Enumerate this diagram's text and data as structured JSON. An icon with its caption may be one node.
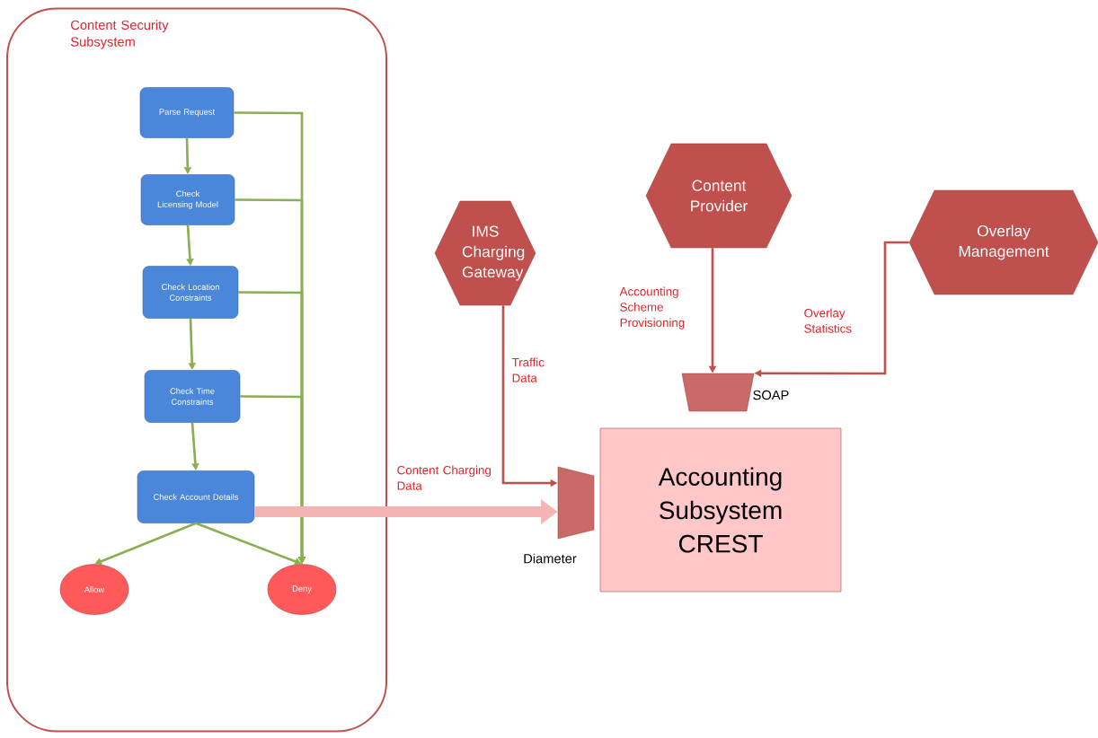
{
  "diagram": {
    "nodes": [
      {
        "text": [
          "Content Security Subsystem"
        ]
      },
      {
        "text": [
          "Parse Request"
        ],
        "in": 0
      },
      {
        "text": [
          "Check Licensing Model"
        ],
        "in": 0
      },
      {
        "text": [
          "Check Location Constraints"
        ],
        "in": 0
      },
      {
        "text": [
          "Check Time Constraints"
        ],
        "in": 0
      },
      {
        "text": [
          "Check Account Details"
        ],
        "in": 0
      },
      {
        "text": [
          "Allow"
        ],
        "in": 0
      },
      {
        "text": [
          "Deny"
        ],
        "in": 0
      },
      {
        "text": [
          "IMS Charging Gateway"
        ]
      },
      {
        "text": [
          "Content Provider"
        ]
      },
      {
        "text": [
          "Overlay Management"
        ]
      },
      {
        "text": [],
        "shape": "trapezoid",
        "beside": [
          "SOAP"
        ]
      },
      {
        "text": [],
        "shape": "trapezoid",
        "beside": [
          "Diameter"
        ]
      },
      {
        "text": [
          "Accounting Subsystem CREST"
        ]
      }
    ],
    "edges": [
      {
        "from": 1,
        "to": 2,
        "arrow": "to"
      },
      {
        "from": 2,
        "to": 3,
        "arrow": "to"
      },
      {
        "from": 3,
        "to": 4,
        "arrow": "to"
      },
      {
        "from": 4,
        "to": 5,
        "arrow": "to"
      },
      {
        "from": 1,
        "to": 7,
        "arrow": "to"
      },
      {
        "from": 2,
        "to": 7,
        "arrow": "to"
      },
      {
        "from": 3,
        "to": 7,
        "arrow": "to"
      },
      {
        "from": 4,
        "to": 7,
        "arrow": "to"
      },
      {
        "from": 5,
        "to": 6,
        "arrow": "to"
      },
      {
        "from": 5,
        "to": 7,
        "arrow": "to"
      },
      {
        "from": 5,
        "to": 12,
        "arrow": "to",
        "label": "Content Charging Data",
        "style": "thick",
        "color": "#f4b4b4"
      },
      {
        "from": 8,
        "to": 12,
        "arrow": "to",
        "label": "Traffic Data",
        "color": "#c0504d"
      },
      {
        "from": 9,
        "to": 11,
        "arrow": "to",
        "label": "Accounting Scheme Provisioning",
        "color": "#c0504d"
      },
      {
        "from": 10,
        "to": 11,
        "arrow": "to",
        "label": "Overlay Statistics",
        "color": "#c0504d"
      }
    ]
  }
}
